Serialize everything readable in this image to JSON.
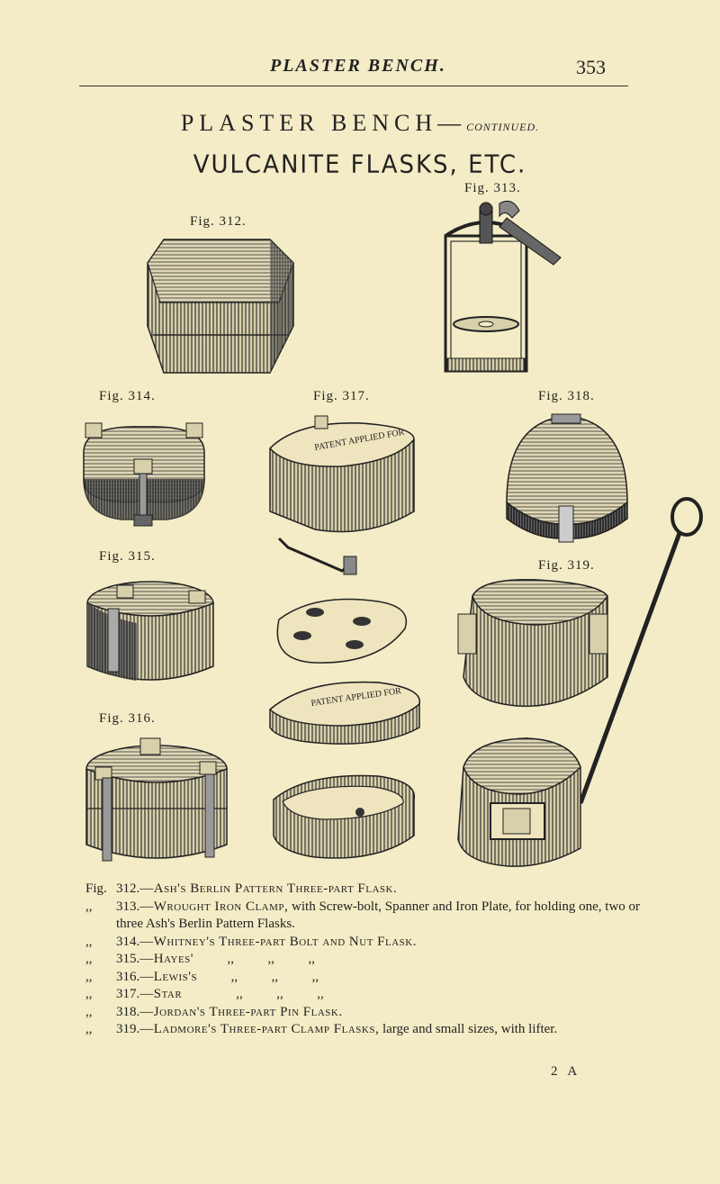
{
  "header": {
    "running_title": "PLASTER BENCH.",
    "page_number": "353"
  },
  "title": {
    "main": "PLASTER BENCH—",
    "continued": "CONTINUED."
  },
  "subtitle": "VULCANITE FLASKS, ETC.",
  "figure_labels": {
    "fig312": "Fig. 312.",
    "fig313": "Fig. 313.",
    "fig314": "Fig. 314.",
    "fig315": "Fig. 315.",
    "fig316": "Fig. 316.",
    "fig317": "Fig. 317.",
    "fig318": "Fig. 318.",
    "fig319": "Fig. 319."
  },
  "engraved_text": [
    "PATENT APPLIED FOR",
    "PATENT APPLIED FOR"
  ],
  "captions": [
    {
      "prefix": "Fig.",
      "number": "312.",
      "name": "—Ash's Berlin Pattern Three-part Flask.",
      "rest": ""
    },
    {
      "prefix": ",,",
      "number": "313.",
      "name": "—Wrought Iron Clamp,",
      "rest": " with Screw-bolt, Spanner and Iron Plate, for holding one, two or three Ash's Berlin Pattern Flasks."
    },
    {
      "prefix": ",,",
      "number": "314.",
      "name": "—Whitney's Three-part Bolt and Nut Flask.",
      "rest": ""
    },
    {
      "prefix": ",,",
      "number": "315.",
      "name": "—Hayes'",
      "rest": "          ,,          ,,          ,,"
    },
    {
      "prefix": ",,",
      "number": "316.",
      "name": "—Lewis's",
      "rest": "          ,,          ,,          ,,"
    },
    {
      "prefix": ",,",
      "number": "317.",
      "name": "—Star",
      "rest": "                ,,          ,,          ,,"
    },
    {
      "prefix": ",,",
      "number": "318.",
      "name": "—Jordan's Three-part Pin Flask.",
      "rest": ""
    },
    {
      "prefix": ",,",
      "number": "319.",
      "name": "—Ladmore's Three-part Clamp Flasks,",
      "rest": " large and small sizes, with lifter."
    }
  ],
  "signature": "2 A"
}
